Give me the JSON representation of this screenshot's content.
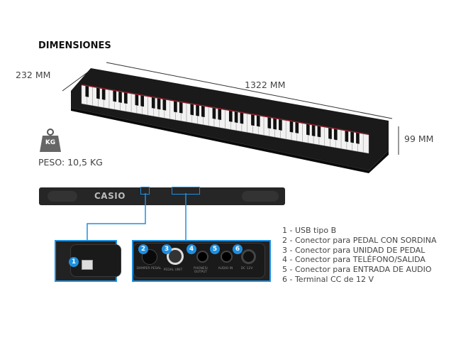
{
  "heading": "DIMENSIONES",
  "dimensions": {
    "depth": "232 MM",
    "width": "1322 MM",
    "height": "99 MM"
  },
  "weight": {
    "icon": "weight-icon",
    "icon_label": "KG",
    "text": "PESO: 10,5 KG"
  },
  "brand": "CASIO",
  "accent_color": "#1e8fe0",
  "usb_panel": {
    "badge": "1"
  },
  "rear_panel": {
    "ports": [
      {
        "badge": "2",
        "label": "DAMPER PEDAL"
      },
      {
        "badge": "3",
        "label": "PEDAL UNIT"
      },
      {
        "badge": "4",
        "label": "PHONES/ OUTPUT"
      },
      {
        "badge": "5",
        "label": "AUDIO IN"
      },
      {
        "badge": "6",
        "label": "DC 12V"
      }
    ]
  },
  "legend": [
    "1 - USB tipo B",
    "2 - Conector para PEDAL CON SORDINA",
    "3 - Conector para UNIDAD DE PEDAL",
    "4 - Conector para TELÉFONO/SALIDA",
    "5 - Conector para ENTRADA DE AUDIO",
    "6 - Terminal CC de 12 V"
  ]
}
